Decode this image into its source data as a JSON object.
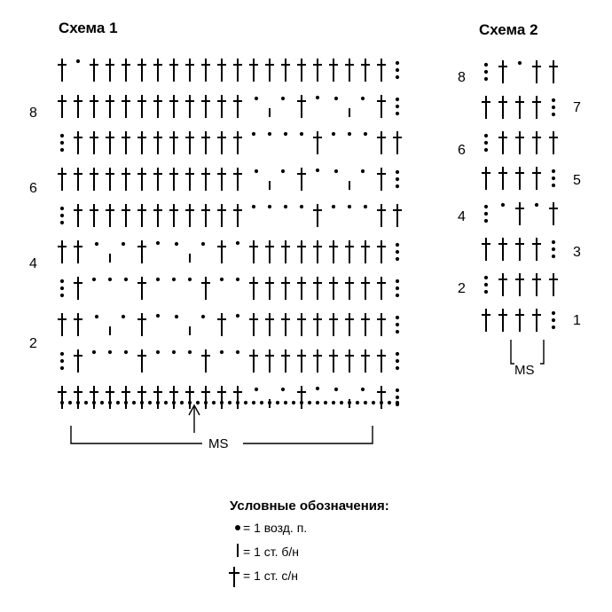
{
  "scheme1": {
    "title": "Схема 1",
    "row_numbers": [
      "8",
      "6",
      "4",
      "2"
    ],
    "ms_label": "MS",
    "rows": [
      "T.TTTTTTTTTTTTTTTTTTT.",
      "TTTTTTTTTTTT.v.T..v.T.",
      ".TTTTTTTTTTT....T...TT",
      "TTTTTTTTTTTT.v.T..v.T.",
      ".TTTTTTTTTTT....T...TT",
      "TT.v.T..v.T.TTTTTTTTT.",
      ".T...T...T..TTTTTTTTT.",
      "TT.v.T..v.T.TTTTTTTTT.",
      ".T...T...T..TTTTTTTTT.",
      "TTTTTTTTTTTT.v.T..v.T."
    ],
    "foundation_chain": true
  },
  "scheme2": {
    "title": "Схема 2",
    "row_numbers_left": [
      "8",
      "6",
      "4",
      "2"
    ],
    "row_numbers_right": [
      "7",
      "5",
      "3",
      "1"
    ],
    "ms_label": "MS",
    "rows": [
      ".T.TT",
      "TTTT.",
      ".TTTT",
      "TTTT.",
      "..T.T",
      "TTTT.",
      ".TTTT",
      "TTTT."
    ]
  },
  "legend": {
    "title": "Условные обозначения:",
    "items": [
      {
        "symbol": "dot",
        "text": "= 1 возд. п."
      },
      {
        "symbol": "bar",
        "text": "= 1 ст. б/н"
      },
      {
        "symbol": "dagger",
        "text": "= 1 ст. с/н"
      }
    ]
  }
}
